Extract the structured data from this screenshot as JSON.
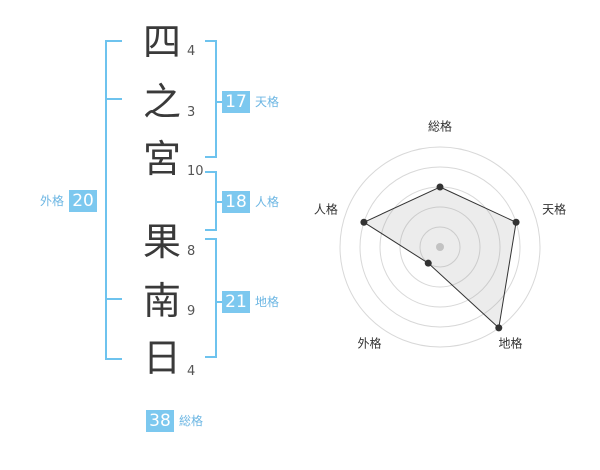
{
  "name": {
    "surname": [
      {
        "char": "四",
        "strokes": "4"
      },
      {
        "char": "之",
        "strokes": "3"
      },
      {
        "char": "宮",
        "strokes": "10"
      }
    ],
    "given": [
      {
        "char": "果",
        "strokes": "8"
      },
      {
        "char": "南",
        "strokes": "9"
      },
      {
        "char": "日",
        "strokes": "4"
      }
    ]
  },
  "fortunes": {
    "tenkaku": {
      "value": "17",
      "label": "天格"
    },
    "jinkaku": {
      "value": "18",
      "label": "人格"
    },
    "chikaku": {
      "value": "21",
      "label": "地格"
    },
    "gaikaku": {
      "value": "20",
      "label": "外格"
    },
    "soukaku": {
      "value": "38",
      "label": "総格"
    }
  },
  "colors": {
    "accent": "#7cc8ef",
    "bracket": "#6ec3ee",
    "label": "#6cb6e3",
    "text": "#3a3a3a"
  },
  "chart_data": {
    "type": "radar",
    "axes": [
      "総格",
      "天格",
      "地格",
      "外格",
      "人格"
    ],
    "rings": 5,
    "scale_max": 5,
    "values": [
      3,
      4,
      5,
      1,
      4
    ]
  }
}
